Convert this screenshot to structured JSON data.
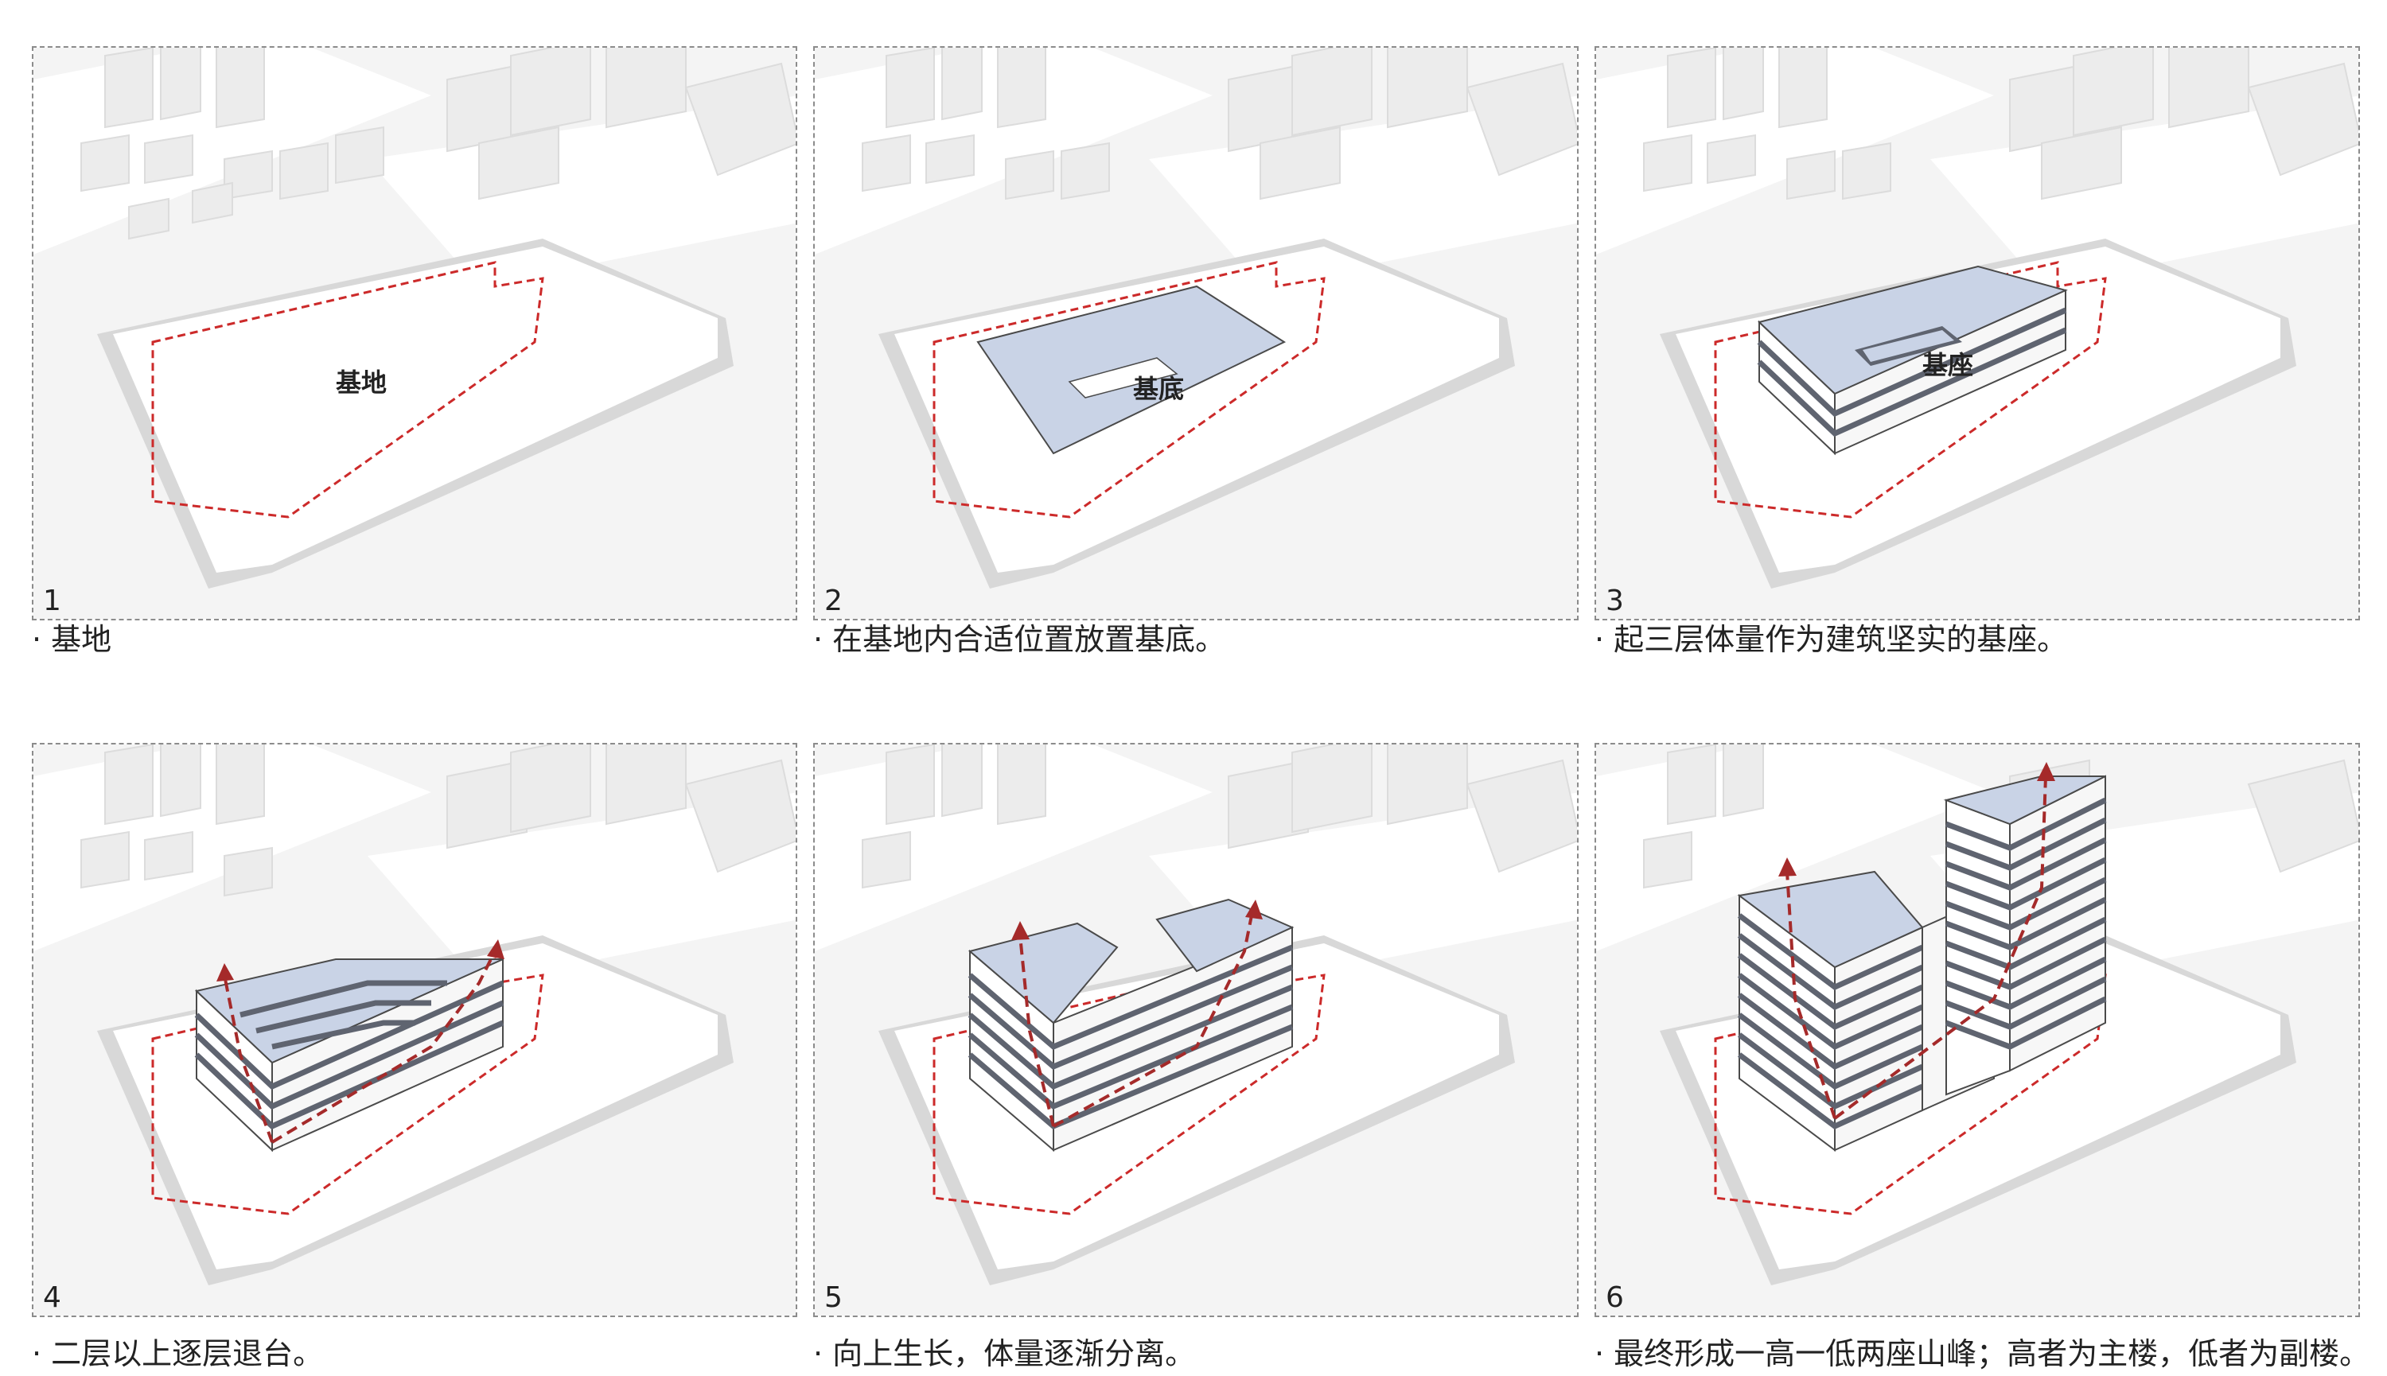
{
  "panels": [
    {
      "number": "1",
      "caption": "· 基地",
      "label": "基地"
    },
    {
      "number": "2",
      "caption": "· 在基地内合适位置放置基底。",
      "label": "基底"
    },
    {
      "number": "3",
      "caption": "· 起三层体量作为建筑坚实的基座。",
      "label": "基座"
    },
    {
      "number": "4",
      "caption": "· 二层以上逐层退台。"
    },
    {
      "number": "5",
      "caption": "· 向上生长，体量逐渐分离。"
    },
    {
      "number": "6",
      "caption": "· 最终形成一高一低两座山峰；高者为主楼，低者为副楼。"
    }
  ],
  "colors": {
    "boundary": "#cc2a2a",
    "volume_top": "#c9d3e6",
    "volume_side": "#ffffff",
    "floor_slab": "#5f6470",
    "arrow": "#a52a2a",
    "context": "#ececec"
  }
}
